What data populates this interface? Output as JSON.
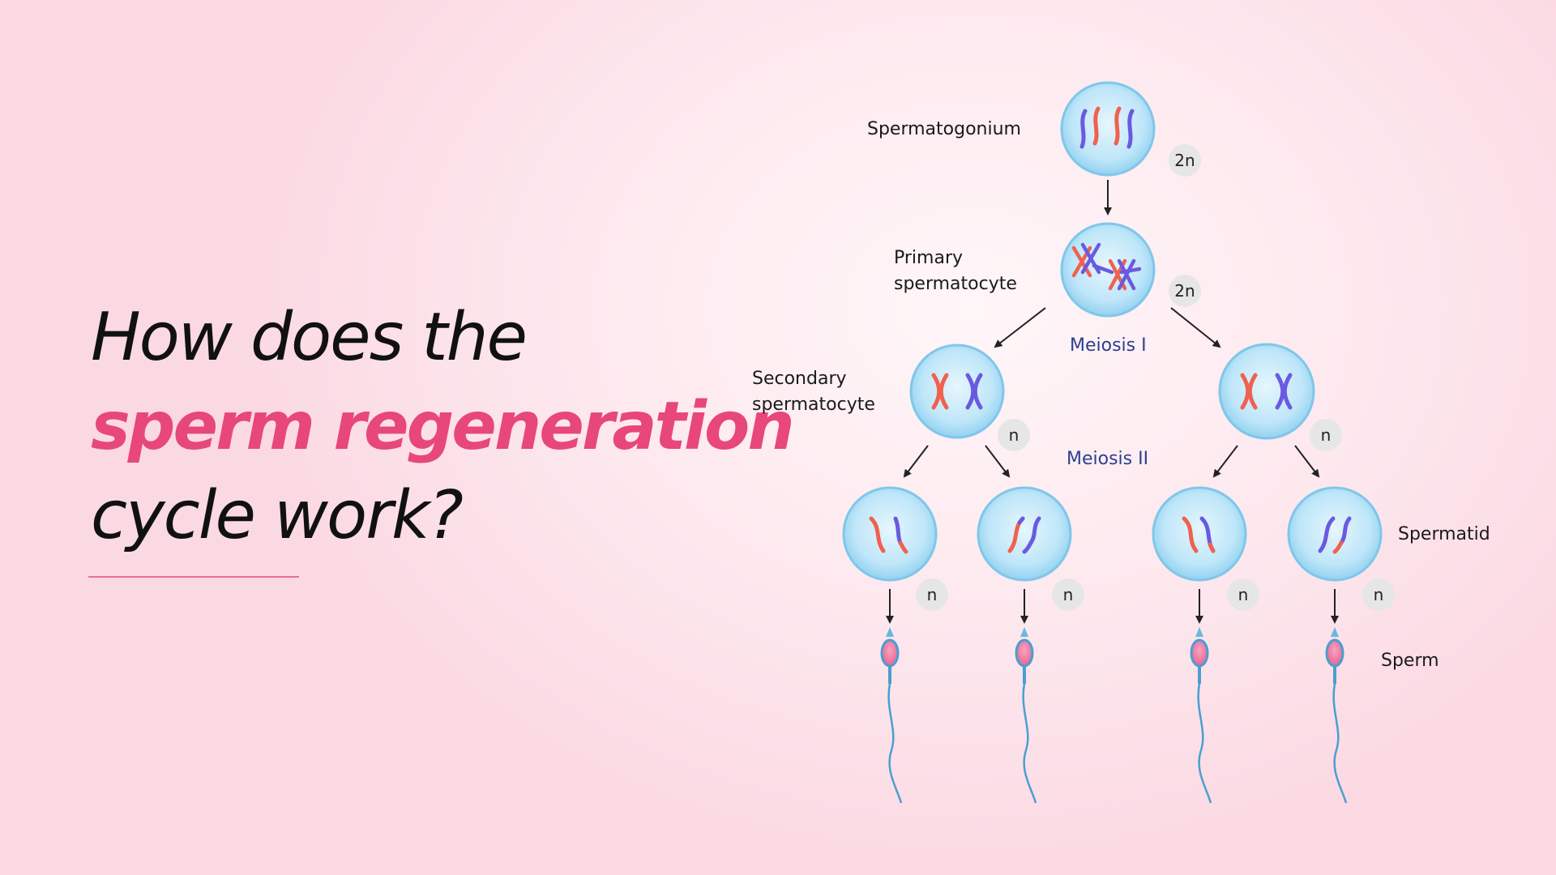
{
  "headline": {
    "line1": "How does the",
    "line2": "sperm regeneration",
    "line3": "cycle work?"
  },
  "labels": {
    "spermatogonium": "Spermatogonium",
    "primary_1": "Primary",
    "primary_2": "spermatocyte",
    "secondary_1": "Secondary",
    "secondary_2": "spermatocyte",
    "spermatid": "Spermatid",
    "sperm": "Sperm",
    "meiosis_1": "Meiosis I",
    "meiosis_2": "Meiosis II"
  },
  "ploidy": {
    "diploid": "2n",
    "haploid": "n"
  },
  "colors": {
    "accent": "#e8477a",
    "chromosome_red": "#f0614f",
    "chromosome_blue": "#6a5ae0",
    "cell_fill": "#aee0f7",
    "meiosis_label": "#2d3f8f"
  }
}
